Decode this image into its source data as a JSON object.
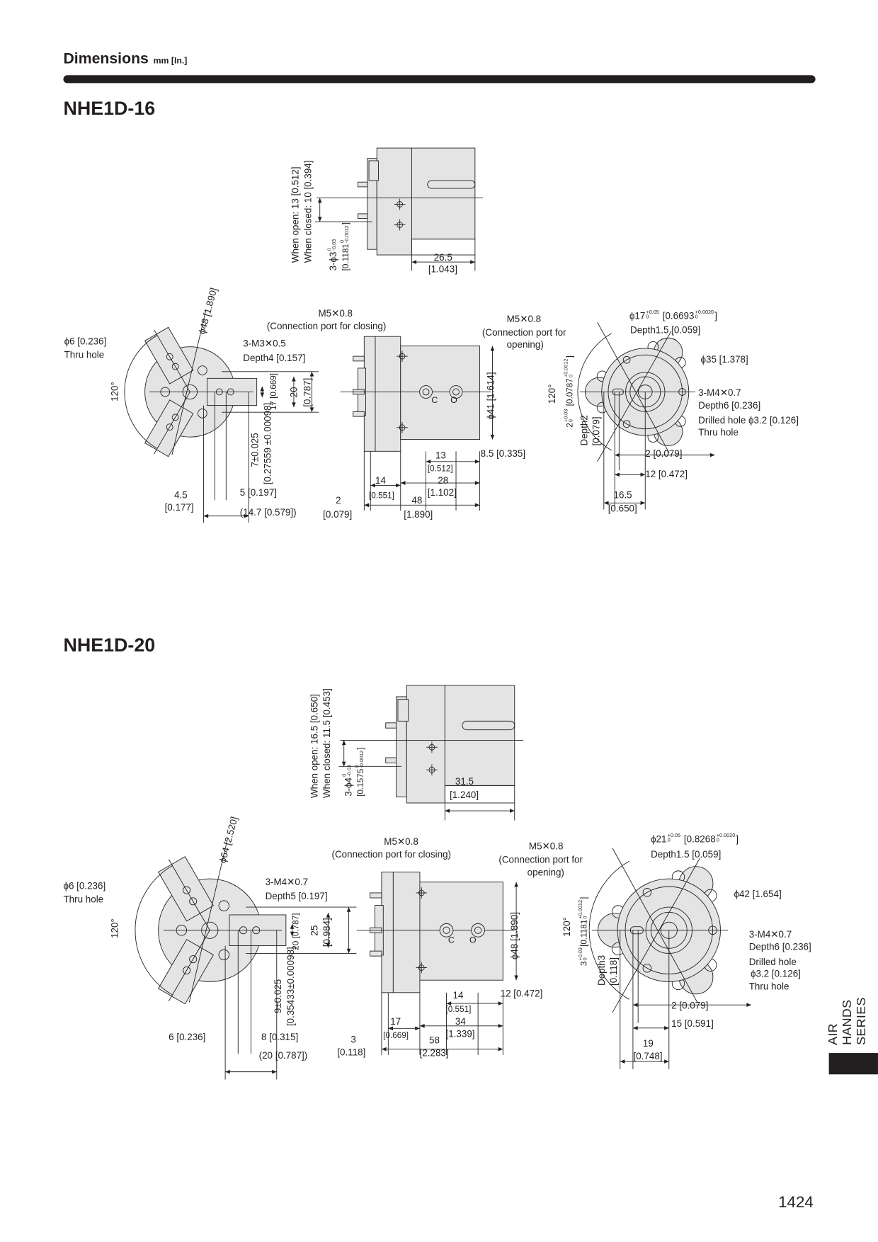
{
  "header": {
    "title": "Dimensions",
    "units": "mm [In.]"
  },
  "side_tab": "AIR HANDS SERIES",
  "page_number": "1424",
  "models": [
    {
      "name": "NHE1D-16",
      "top_view": {
        "open": "When open: 13 [0.512]",
        "closed": "When closed: 10 [0.394]",
        "pin": "3-ϕ3",
        "pin_tol": [
          "0",
          "-0.03"
        ],
        "pin_in": "[0.1181",
        "pin_in_tol": [
          "0",
          "-0.0012"
        ],
        "pin_in_end": "]",
        "len": "26.5",
        "len_in": "[1.043]"
      },
      "front_view": {
        "dia": "ϕ48 [1.890]",
        "hole": "ϕ6 [0.236]",
        "hole2": "Thru hole",
        "angle": "120°",
        "thread": "3-M3✕0.5",
        "depth": "Depth4 [0.157]",
        "d17": "17 [0.669]",
        "d20": "20",
        "d20_in": "[0.787]",
        "d7": "7±0.025",
        "d7_in": "[0.27559 ±0.00098]",
        "d45": "4.5",
        "d45_in": "[0.177]",
        "d5": "5 [0.197]",
        "d147": "(14.7 [0.579])"
      },
      "side_view": {
        "port_close": "M5✕0.8",
        "port_close_desc": "(Connection port for closing)",
        "port_open": "M5✕0.8",
        "port_open_desc1": "(Connection port for",
        "port_open_desc2": "opening)",
        "body_dia": "ϕ41 [1.614]",
        "d13": "13",
        "d13_in": "[0.512]",
        "d28": "28",
        "d28_in": "[1.102]",
        "d85": "8.5 [0.335]",
        "d14": "14",
        "d14_in": "[0.551]",
        "d48": "48",
        "d48_in": "[1.890]",
        "d2": "2",
        "d2_in": "[0.079]",
        "mark_c": "C",
        "mark_o": "O"
      },
      "back_view": {
        "bore": "ϕ17",
        "bore_tol": [
          "+0.05",
          "0"
        ],
        "bore_in": "[0.6693",
        "bore_in_tol": [
          "+0.0020",
          "0"
        ],
        "bore_end": "]",
        "bore_depth": "Depth1.5 [0.059]",
        "dia": "ϕ35 [1.378]",
        "thread": "3-M4✕0.7",
        "thread_depth": "Depth6 [0.236]",
        "drill": "Drilled hole  ϕ3.2 [0.126]",
        "drill2": "Thru hole",
        "angle": "120°",
        "slot": "2",
        "slot_tol": [
          "+0.03",
          "0"
        ],
        "slot_in": "[0.0787",
        "slot_in_tol": [
          "+0.0012",
          "0"
        ],
        "slot_in_end": "]",
        "slot_depth": "Depth2",
        "slot_depth_in": "[0.079]",
        "d2": "2 [0.079]",
        "d12": "12 [0.472]",
        "d165": "16.5",
        "d165_in": "[0.650]"
      }
    },
    {
      "name": "NHE1D-20",
      "top_view": {
        "open": "When open: 16.5 [0.650]",
        "closed": "When closed: 11.5 [0.453]",
        "pin": "3-ϕ4",
        "pin_tol": [
          "0",
          "-0.03"
        ],
        "pin_in": "[0.1575",
        "pin_in_tol": [
          "0",
          "-0.0012"
        ],
        "pin_in_end": "]",
        "len": "31.5",
        "len_in": "[1.240]"
      },
      "front_view": {
        "dia": "ϕ64 [2.520]",
        "hole": "ϕ6 [0.236]",
        "hole2": "Thru hole",
        "angle": "120°",
        "thread": "3-M4✕0.7",
        "depth": "Depth5 [0.197]",
        "d17": "20 [0.787]",
        "d20": "25",
        "d20_in": "[0.984]",
        "d7": "9±0.025",
        "d7_in": "[0.35433±0.00098]",
        "d45": "6 [0.236]",
        "d45_in": "",
        "d5": "8 [0.315]",
        "d147": "(20 [0.787])"
      },
      "side_view": {
        "port_close": "M5✕0.8",
        "port_close_desc": "(Connection port for closing)",
        "port_open": "M5✕0.8",
        "port_open_desc1": "(Connection port for",
        "port_open_desc2": "opening)",
        "body_dia": "ϕ48 [1.890]",
        "d13": "14",
        "d13_in": "[0.551]",
        "d28": "34",
        "d28_in": "[1.339]",
        "d85": "12 [0.472]",
        "d14": "17",
        "d14_in": "[0.669]",
        "d48": "58",
        "d48_in": "[2.283]",
        "d2": "3",
        "d2_in": "[0.118]",
        "mark_c": "C",
        "mark_o": "O"
      },
      "back_view": {
        "bore": "ϕ21",
        "bore_tol": [
          "+0.05",
          "0"
        ],
        "bore_in": "[0.8268",
        "bore_in_tol": [
          "+0.0020",
          "0"
        ],
        "bore_end": "]",
        "bore_depth": "Depth1.5 [0.059]",
        "dia": "ϕ42 [1.654]",
        "thread": "3-M4✕0.7",
        "thread_depth": "Depth6 [0.236]",
        "drill": "Drilled hole",
        "drill2": "ϕ3.2 [0.126]",
        "drill3": "Thru hole",
        "angle": "120°",
        "slot": "3",
        "slot_tol": [
          "+0.03",
          "0"
        ],
        "slot_in": "[0.1181",
        "slot_in_tol": [
          "+0.0012",
          "0"
        ],
        "slot_in_end": "]",
        "slot_depth": "Depth3",
        "slot_depth_in": "[0.118]",
        "d2": "2 [0.079]",
        "d12": "15 [0.591]",
        "d165": "19",
        "d165_in": "[0.748]"
      }
    }
  ]
}
